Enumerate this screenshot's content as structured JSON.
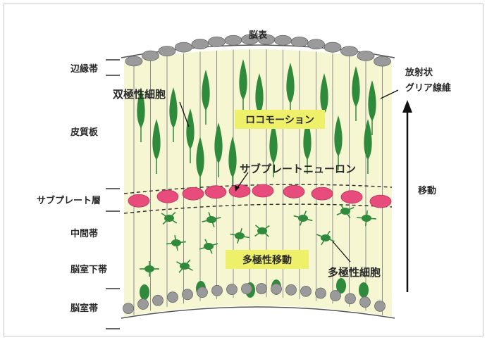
{
  "title_top": "脳表",
  "layers": {
    "marginal_zone": "辺縁帯",
    "cortical_plate": "皮質板",
    "subplate": "サブプレート層",
    "intermediate_zone": "中間帯",
    "subventricular_zone": "脳室下帯",
    "ventricular_zone": "脳室帯"
  },
  "cells": {
    "bipolar": "双極性細胞",
    "subplate_neuron": "サブプレートニューロン",
    "multipolar": "多極性細胞",
    "radial_glia_line1": "放射状",
    "radial_glia_line2": "グリア線維"
  },
  "migration": {
    "locomotion": "ロコモーション",
    "multipolar_migration": "多極性移動",
    "direction": "移動"
  },
  "colors": {
    "tissue": "#f6f7d2",
    "neuron_green": "#2f8a3c",
    "subplate_pink": "#e84c7c",
    "glia_gray": "#9a9a9a",
    "highlight_yellow": "#eef06a"
  }
}
